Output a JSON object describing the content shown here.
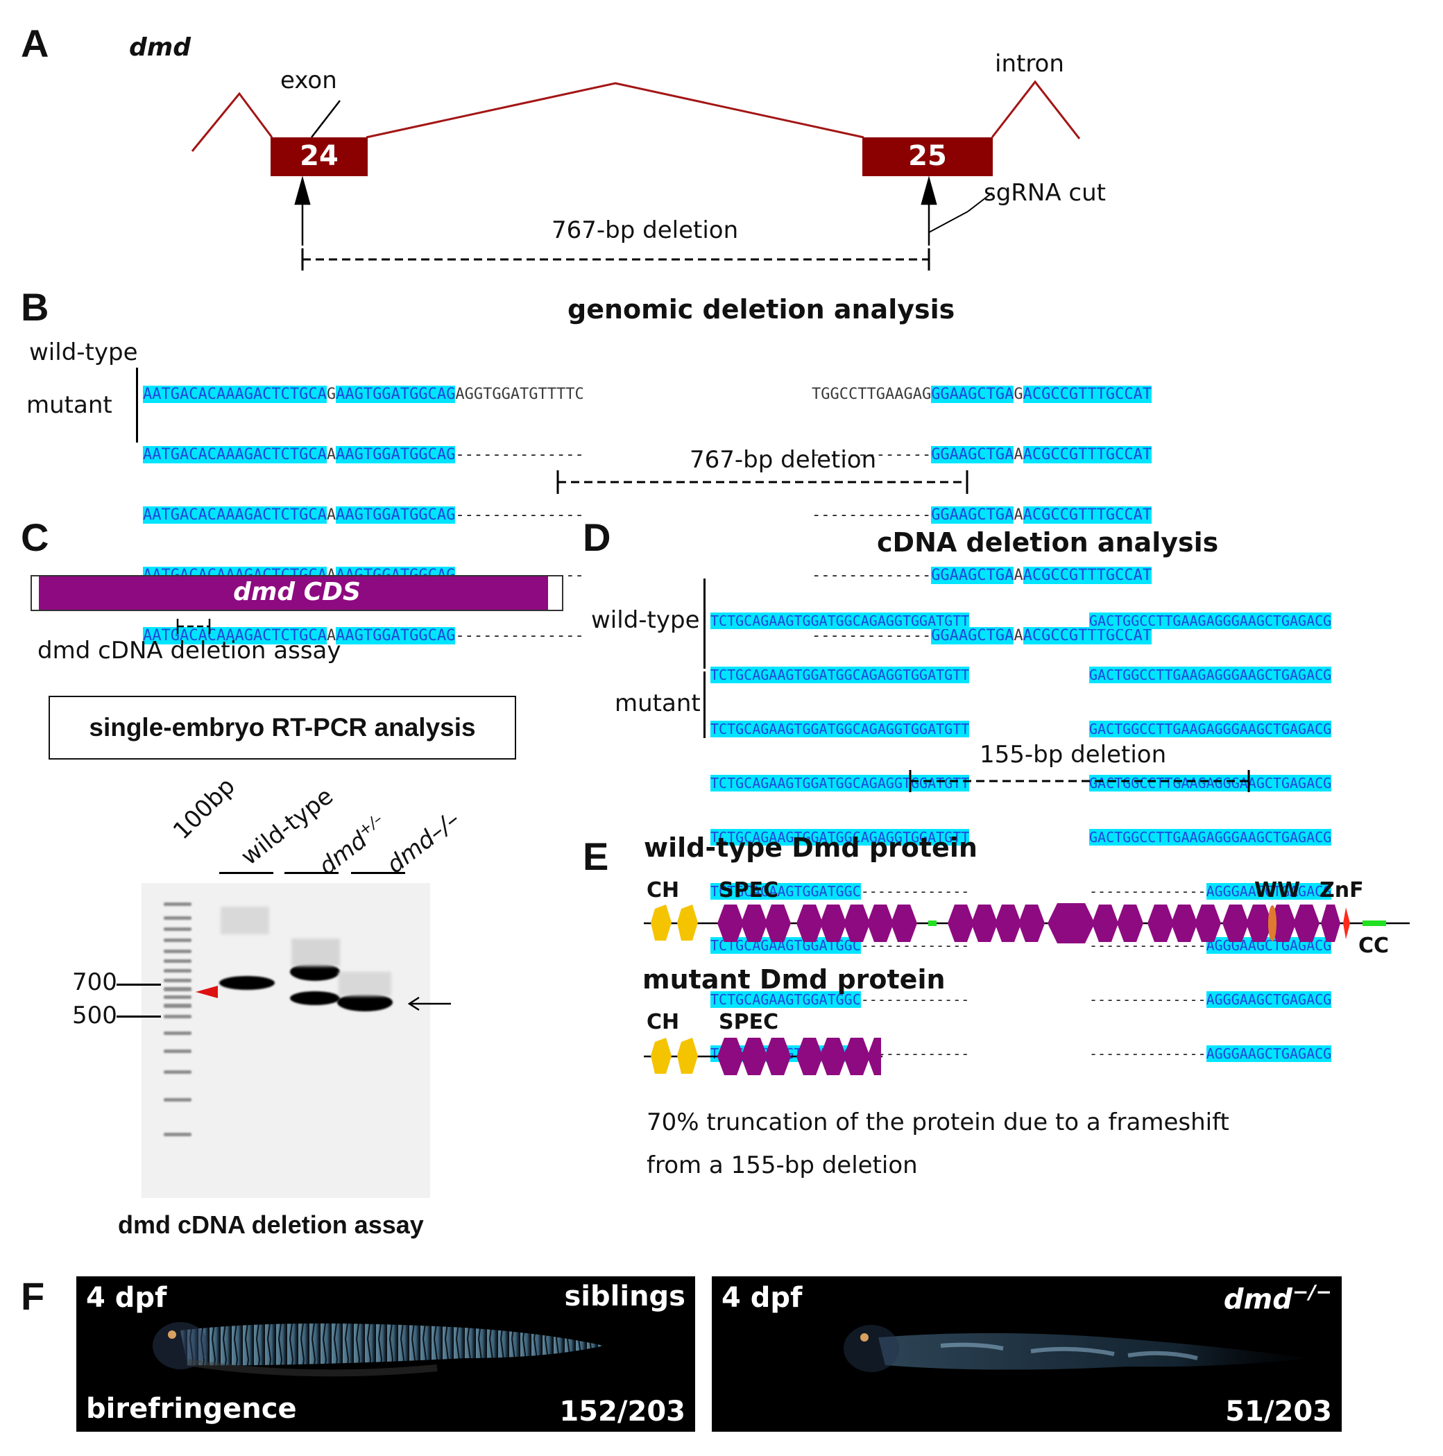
{
  "panels": {
    "A": "A",
    "B": "B",
    "C": "C",
    "D": "D",
    "E": "E",
    "F": "F"
  },
  "panelA": {
    "gene": "dmd",
    "exon_label": "exon",
    "intron_label": "intron",
    "exon24": "24",
    "exon25": "25",
    "sgrna_label": "sgRNA cut",
    "deletion_label": "767-bp deletion",
    "colors": {
      "exon": "#8b0000",
      "intron_line": "#a31515"
    }
  },
  "panelB": {
    "title": "genomic deletion analysis",
    "wt_label": "wild-type",
    "mut_label": "mutant",
    "deletion_label": "767-bp deletion",
    "wt_left_1": "AATGACACAAAGACTCTGCA",
    "wt_left_2": "G",
    "wt_left_3": "AAGTGGATGGCAG",
    "wt_left_4": "AGGTGGATGTTTTC",
    "wt_right_1": "TGGCCTTGAAGAG",
    "wt_right_2": "GGAAGCTGA",
    "wt_right_3": "G",
    "wt_right_4": "ACGCCGTTTGCCAT",
    "mut_left_1": "AATGACACAAAGACTCTGCA",
    "mut_left_2": "A",
    "mut_left_3": "AAGTGGATGGCAG",
    "mut_left_4": "--------------",
    "mut_right_1": "-------------",
    "mut_right_2": "GGAAGCTGA",
    "mut_right_3": "A",
    "mut_right_4": "ACGCCGTTTGCCAT",
    "highlight_color": "#00e5ff"
  },
  "panelC": {
    "cds_label": "dmd CDS",
    "assay_label": "dmd cDNA deletion assay",
    "box_label": "single-embryo RT-PCR analysis",
    "lanes": {
      "ladder": "100bp",
      "wt": "wild-type",
      "het": "dmd",
      "het_sup": "+/–",
      "hom": "dmd–/–"
    },
    "marker_700": "700",
    "marker_500": "500",
    "gel_caption": "dmd cDNA deletion assay",
    "cds_color": "#8e0a80"
  },
  "panelD": {
    "title": "cDNA deletion analysis",
    "wt_label": "wild-type",
    "mut_label": "mutant",
    "deletion_label": "155-bp deletion",
    "wt_left": "TCTGCAGAAGTGGATGGCAGAGGTGGATGTT",
    "wt_right": "GACTGGCCTTGAAGAGGGAAGCTGAGACG",
    "mut_left_hl": "TCTGCAGAAGTGGATGGC",
    "mut_left_dash": "-------------",
    "mut_right_dash": "--------------",
    "mut_right_hl": "AGGGAAGCTGAGACG"
  },
  "panelE": {
    "wt_title": "wild-type Dmd protein",
    "mut_title": "mutant Dmd protein",
    "domains": {
      "ch": "CH",
      "spec": "SPEC",
      "ww": "WW",
      "znf": "ZnF",
      "cc": "CC"
    },
    "note_line1": "70% truncation of the protein due to a frameshift",
    "note_line2": "from a 155-bp deletion",
    "colors": {
      "ch": "#f5c400",
      "spec": "#8e0a80",
      "ww": "#ff2a1a",
      "znf": "#e07a30",
      "cc": "#22e022"
    }
  },
  "panelF": {
    "left": {
      "age": "4 dpf",
      "genotype": "siblings",
      "method": "birefringence",
      "count": "152/203"
    },
    "right": {
      "age": "4 dpf",
      "genotype": "dmd",
      "genotype_sup": "−/−",
      "count": "51/203"
    }
  }
}
